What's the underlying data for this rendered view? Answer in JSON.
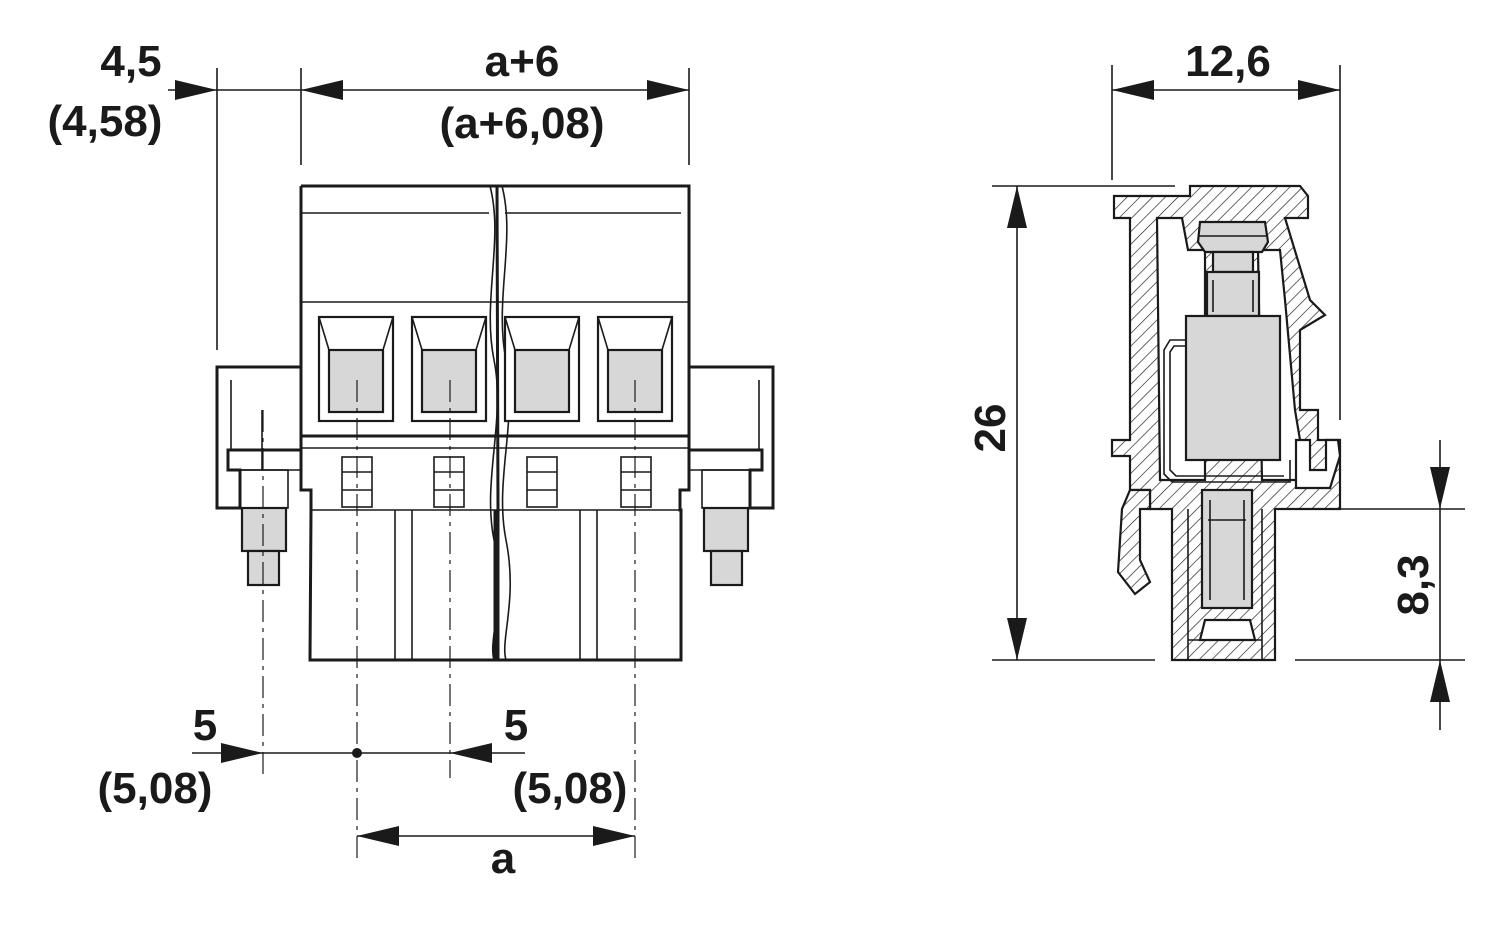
{
  "front_view": {
    "dim_side_offset": "4,5",
    "dim_side_offset_alt": "(4,58)",
    "dim_total_width": "a+6",
    "dim_total_width_alt": "(a+6,08)",
    "dim_pitch_left": "5",
    "dim_pitch_left_alt": "(5,08)",
    "dim_pitch_right": "5",
    "dim_pitch_right_alt": "(5,08)",
    "dim_span": "a"
  },
  "side_view": {
    "dim_depth": "12,6",
    "dim_height": "26",
    "dim_pin_length": "8,3"
  },
  "colors": {
    "line": "#1a1a1a",
    "fill_grey": "#d7d7d7",
    "background": "#ffffff"
  }
}
